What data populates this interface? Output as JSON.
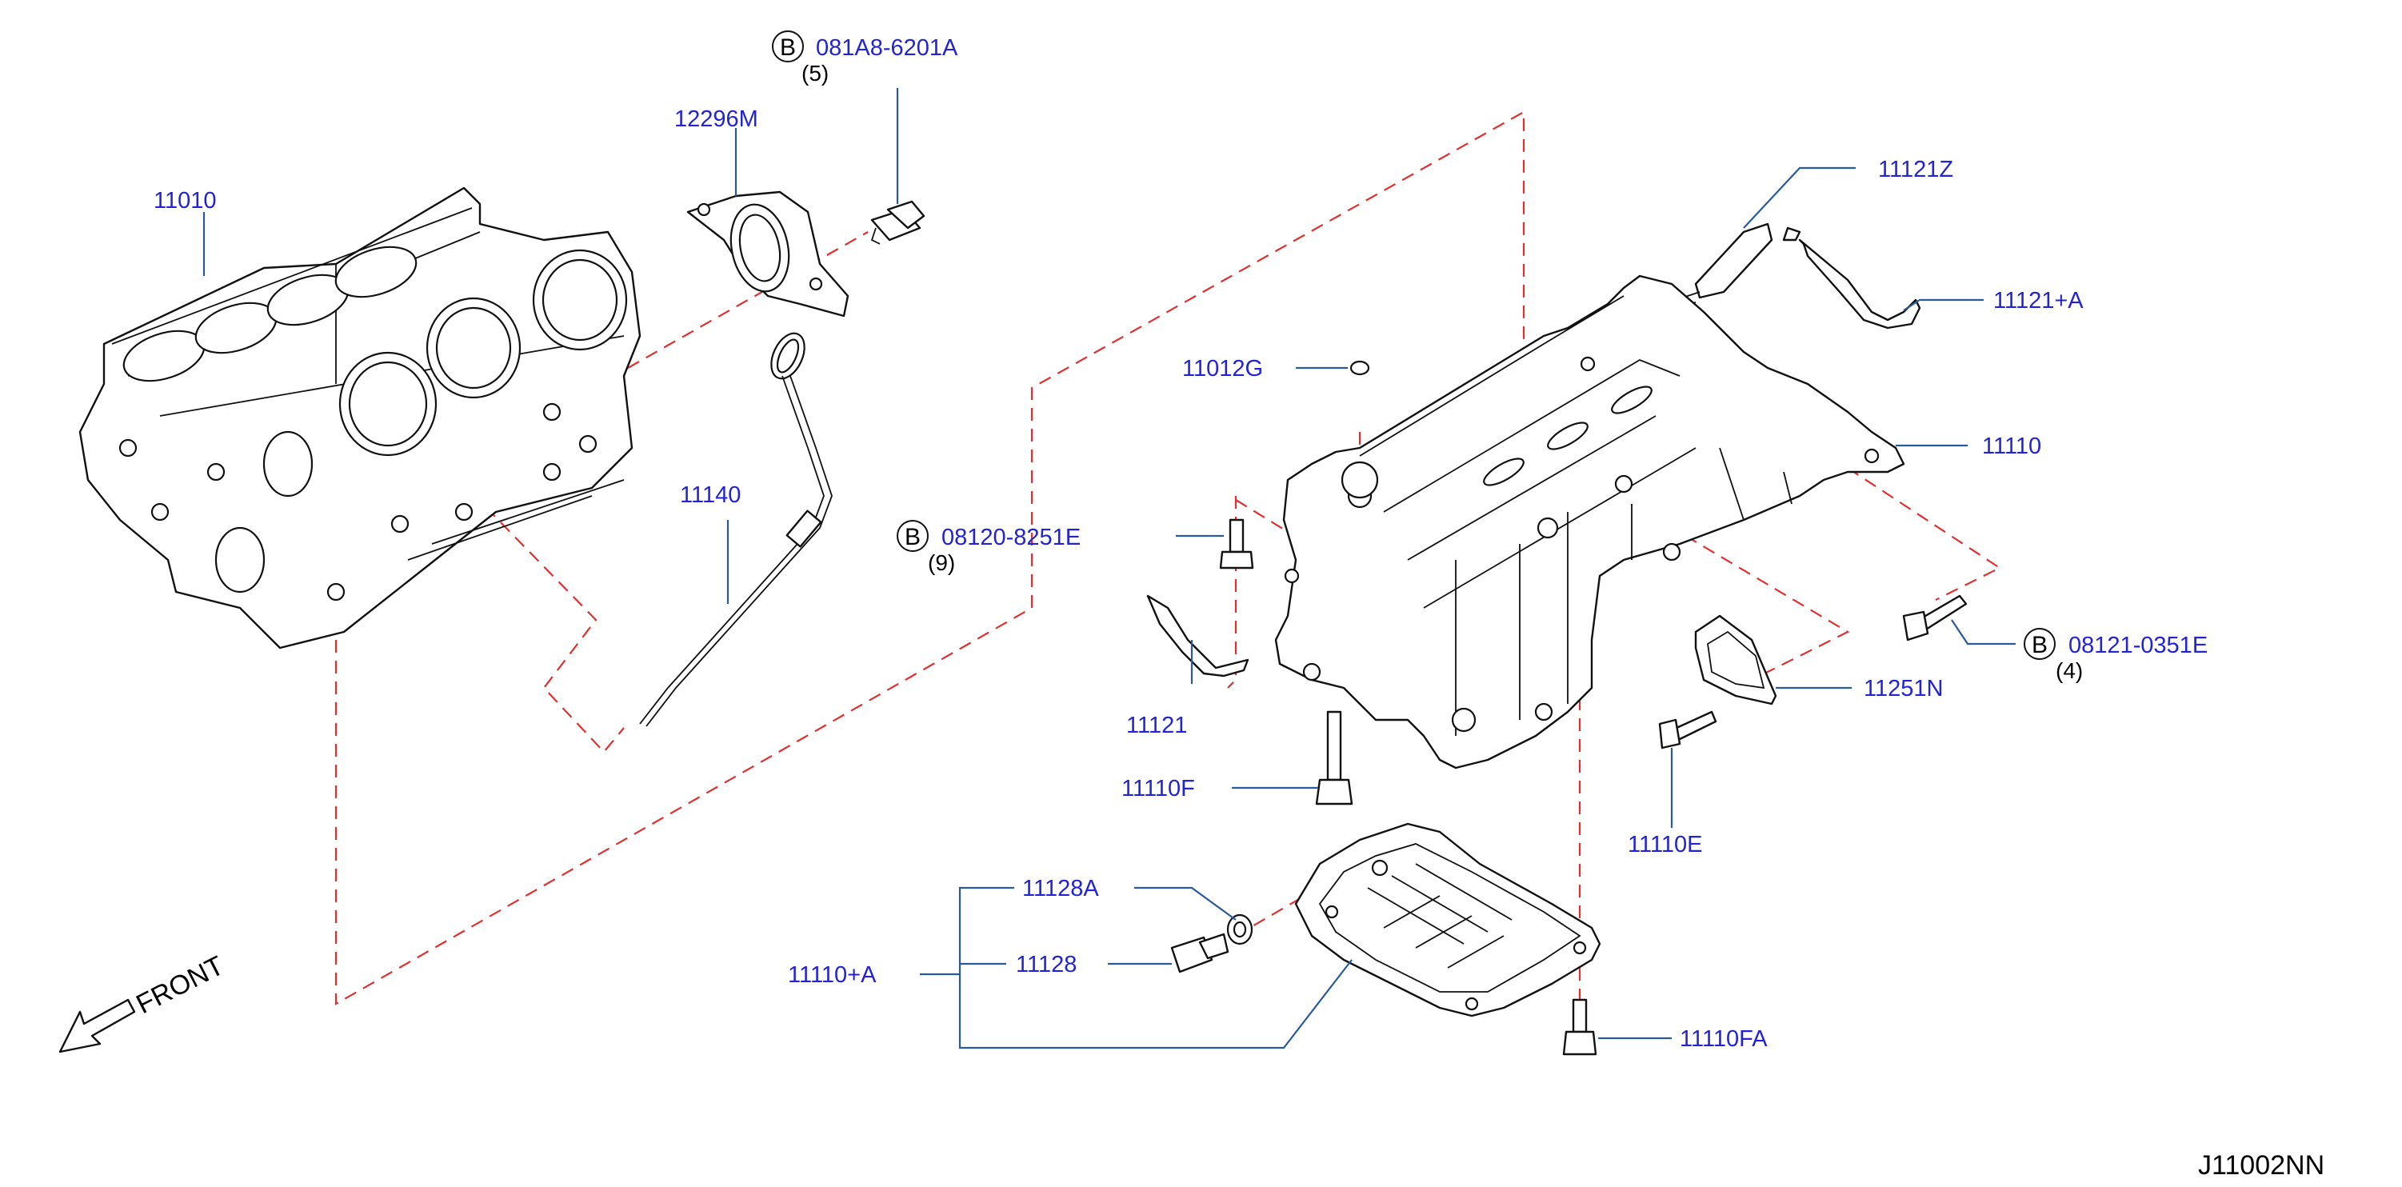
{
  "diagram_id": "J11002NN",
  "front_label": "FRONT",
  "bolt_marker": "B",
  "parts": {
    "p11010": "11010",
    "p12296m": "12296M",
    "p081a8": "081A8-6201A",
    "p081a8_qty": "(5)",
    "p11140": "11140",
    "p08120": "08120-8251E",
    "p08120_qty": "(9)",
    "p11121z": "11121Z",
    "p11121a": "11121+A",
    "p11012g": "11012G",
    "p11110": "11110",
    "p08121": "08121-0351E",
    "p08121_qty": "(4)",
    "p11251n": "11251N",
    "p11121": "11121",
    "p11110f": "11110F",
    "p11110e": "11110E",
    "p11128a": "11128A",
    "p11128": "11128",
    "p11110a": "11110+A",
    "p11110fa": "11110FA"
  },
  "colors": {
    "part_number": "#2323d6",
    "leader_line": "#2a5a9a",
    "dashed_line": "#e03030",
    "drawing": "#111111"
  }
}
